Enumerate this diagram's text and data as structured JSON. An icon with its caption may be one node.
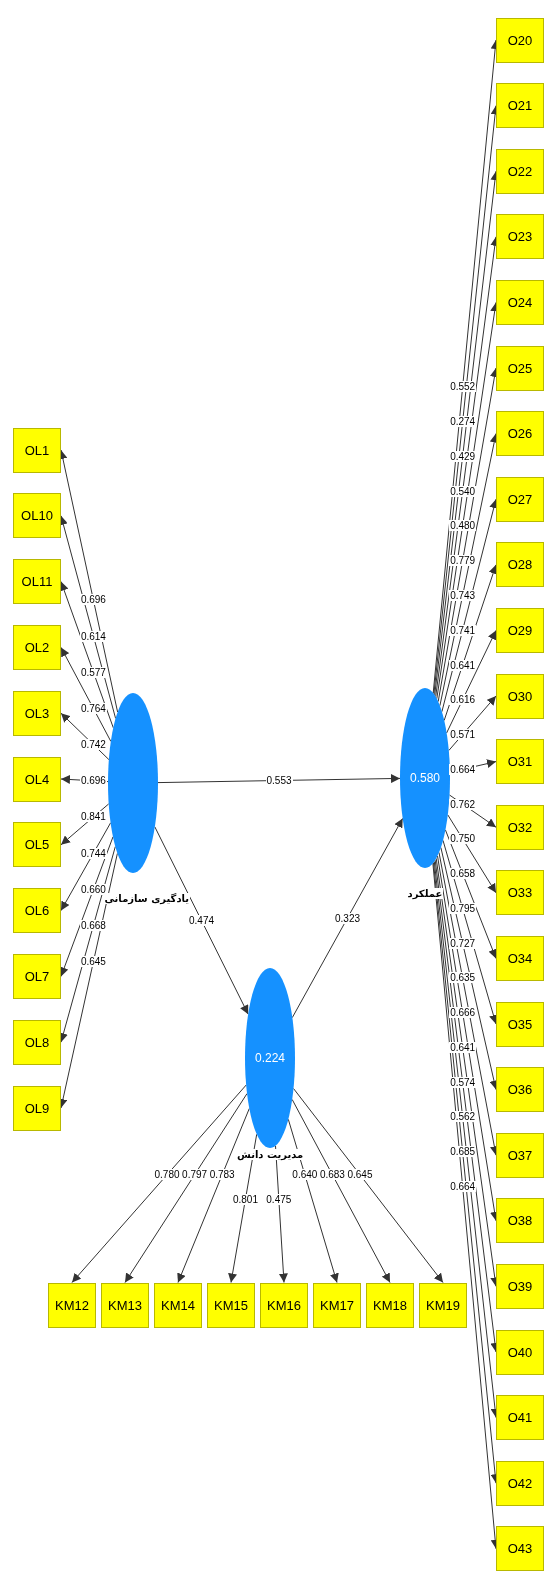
{
  "diagram": {
    "nodes": [
      {
        "text": [
          "یادگیری سازمانی"
        ]
      },
      {
        "text": [
          "0.224",
          "مدیریت دانش"
        ]
      },
      {
        "text": [
          "0.580",
          "عملکرد"
        ]
      },
      {
        "text": [
          "OL1"
        ]
      },
      {
        "text": [
          "OL10"
        ]
      },
      {
        "text": [
          "OL11"
        ]
      },
      {
        "text": [
          "OL2"
        ]
      },
      {
        "text": [
          "OL3"
        ]
      },
      {
        "text": [
          "OL4"
        ]
      },
      {
        "text": [
          "OL5"
        ]
      },
      {
        "text": [
          "OL6"
        ]
      },
      {
        "text": [
          "OL7"
        ]
      },
      {
        "text": [
          "OL8"
        ]
      },
      {
        "text": [
          "OL9"
        ]
      },
      {
        "text": [
          "O20"
        ]
      },
      {
        "text": [
          "O21"
        ]
      },
      {
        "text": [
          "O22"
        ]
      },
      {
        "text": [
          "O23"
        ]
      },
      {
        "text": [
          "O24"
        ]
      },
      {
        "text": [
          "O25"
        ]
      },
      {
        "text": [
          "O26"
        ]
      },
      {
        "text": [
          "O27"
        ]
      },
      {
        "text": [
          "O28"
        ]
      },
      {
        "text": [
          "O29"
        ]
      },
      {
        "text": [
          "O30"
        ]
      },
      {
        "text": [
          "O31"
        ]
      },
      {
        "text": [
          "O32"
        ]
      },
      {
        "text": [
          "O33"
        ]
      },
      {
        "text": [
          "O34"
        ]
      },
      {
        "text": [
          "O35"
        ]
      },
      {
        "text": [
          "O36"
        ]
      },
      {
        "text": [
          "O37"
        ]
      },
      {
        "text": [
          "O38"
        ]
      },
      {
        "text": [
          "O39"
        ]
      },
      {
        "text": [
          "O40"
        ]
      },
      {
        "text": [
          "O41"
        ]
      },
      {
        "text": [
          "O42"
        ]
      },
      {
        "text": [
          "O43"
        ]
      },
      {
        "text": [
          "KM12"
        ]
      },
      {
        "text": [
          "KM13"
        ]
      },
      {
        "text": [
          "KM14"
        ]
      },
      {
        "text": [
          "KM15"
        ]
      },
      {
        "text": [
          "KM16"
        ]
      },
      {
        "text": [
          "KM17"
        ]
      },
      {
        "text": [
          "KM18"
        ]
      },
      {
        "text": [
          "KM19"
        ]
      }
    ],
    "edges": [
      {
        "from": 0,
        "to": 2,
        "arrow": "to",
        "label": "0.553"
      },
      {
        "from": 0,
        "to": 1,
        "arrow": "to",
        "label": "0.474"
      },
      {
        "from": 1,
        "to": 2,
        "arrow": "to",
        "label": "0.323"
      },
      {
        "from": 0,
        "to": 3,
        "arrow": "to",
        "label": "0.696"
      },
      {
        "from": 0,
        "to": 4,
        "arrow": "to",
        "label": "0.614"
      },
      {
        "from": 0,
        "to": 5,
        "arrow": "to",
        "label": "0.577"
      },
      {
        "from": 0,
        "to": 6,
        "arrow": "to",
        "label": "0.764"
      },
      {
        "from": 0,
        "to": 7,
        "arrow": "to",
        "label": "0.742"
      },
      {
        "from": 0,
        "to": 8,
        "arrow": "to",
        "label": "0.696"
      },
      {
        "from": 0,
        "to": 9,
        "arrow": "to",
        "label": "0.841"
      },
      {
        "from": 0,
        "to": 10,
        "arrow": "to",
        "label": "0.744"
      },
      {
        "from": 0,
        "to": 11,
        "arrow": "to",
        "label": "0.660"
      },
      {
        "from": 0,
        "to": 12,
        "arrow": "to",
        "label": "0.668"
      },
      {
        "from": 0,
        "to": 13,
        "arrow": "to",
        "label": "0.645"
      },
      {
        "from": 2,
        "to": 14,
        "arrow": "to",
        "label": "0.552"
      },
      {
        "from": 2,
        "to": 15,
        "arrow": "to",
        "label": "0.274"
      },
      {
        "from": 2,
        "to": 16,
        "arrow": "to",
        "label": "0.429"
      },
      {
        "from": 2,
        "to": 17,
        "arrow": "to",
        "label": "0.540"
      },
      {
        "from": 2,
        "to": 18,
        "arrow": "to",
        "label": "0.480"
      },
      {
        "from": 2,
        "to": 19,
        "arrow": "to",
        "label": "0.779"
      },
      {
        "from": 2,
        "to": 20,
        "arrow": "to",
        "label": "0.743"
      },
      {
        "from": 2,
        "to": 21,
        "arrow": "to",
        "label": "0.741"
      },
      {
        "from": 2,
        "to": 22,
        "arrow": "to",
        "label": "0.641"
      },
      {
        "from": 2,
        "to": 23,
        "arrow": "to",
        "label": "0.616"
      },
      {
        "from": 2,
        "to": 24,
        "arrow": "to",
        "label": "0.571"
      },
      {
        "from": 2,
        "to": 25,
        "arrow": "to",
        "label": "0.664"
      },
      {
        "from": 2,
        "to": 26,
        "arrow": "to",
        "label": "0.762"
      },
      {
        "from": 2,
        "to": 27,
        "arrow": "to",
        "label": "0.750"
      },
      {
        "from": 2,
        "to": 28,
        "arrow": "to",
        "label": "0.658"
      },
      {
        "from": 2,
        "to": 29,
        "arrow": "to",
        "label": "0.795"
      },
      {
        "from": 2,
        "to": 30,
        "arrow": "to",
        "label": "0.727"
      },
      {
        "from": 2,
        "to": 31,
        "arrow": "to",
        "label": "0.635"
      },
      {
        "from": 2,
        "to": 32,
        "arrow": "to",
        "label": "0.666"
      },
      {
        "from": 2,
        "to": 33,
        "arrow": "to",
        "label": "0.641"
      },
      {
        "from": 2,
        "to": 34,
        "arrow": "to",
        "label": "0.574"
      },
      {
        "from": 2,
        "to": 35,
        "arrow": "to",
        "label": "0.562"
      },
      {
        "from": 2,
        "to": 36,
        "arrow": "to",
        "label": "0.685"
      },
      {
        "from": 2,
        "to": 37,
        "arrow": "to",
        "label": "0.664"
      },
      {
        "from": 1,
        "to": 38,
        "arrow": "to",
        "label": "0.780"
      },
      {
        "from": 1,
        "to": 39,
        "arrow": "to",
        "label": "0.797"
      },
      {
        "from": 1,
        "to": 40,
        "arrow": "to",
        "label": "0.783"
      },
      {
        "from": 1,
        "to": 41,
        "arrow": "to",
        "label": "0.801"
      },
      {
        "from": 1,
        "to": 42,
        "arrow": "to",
        "label": "0.475"
      },
      {
        "from": 1,
        "to": 43,
        "arrow": "to",
        "label": "0.640"
      },
      {
        "from": 1,
        "to": 44,
        "arrow": "to",
        "label": "0.683"
      },
      {
        "from": 1,
        "to": 45,
        "arrow": "to",
        "label": "0.645"
      }
    ]
  }
}
